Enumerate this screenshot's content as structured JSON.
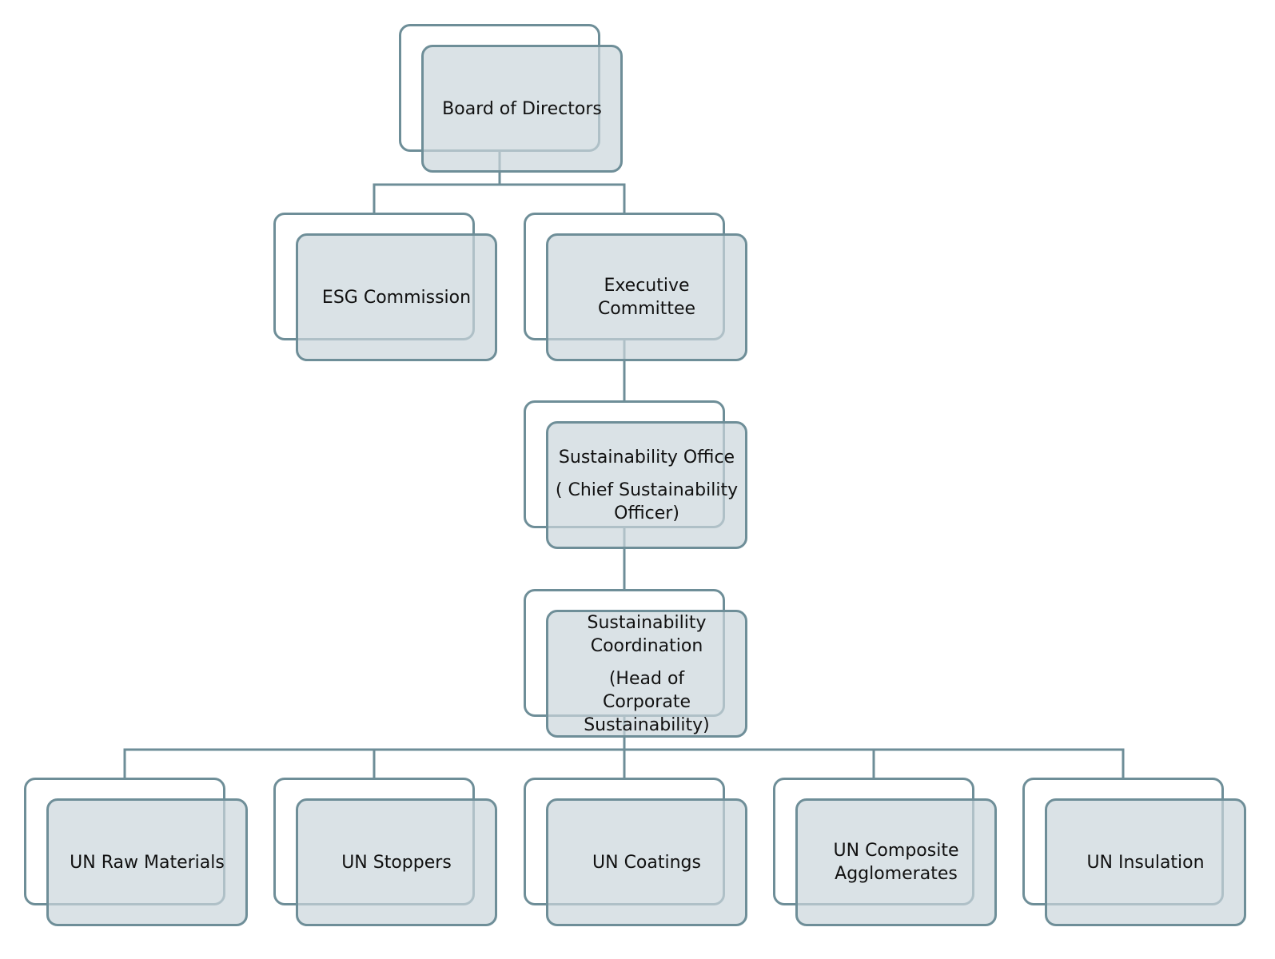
{
  "colors": {
    "connector": "#6e8e98",
    "box_border": "#6e8e98",
    "box_fill": "#cbd6dc",
    "text": "#111111"
  },
  "nodes": {
    "board": {
      "label": "Board of Directors"
    },
    "esg": {
      "label": "ESG Commission"
    },
    "exec": {
      "label": "Executive Committee"
    },
    "office": {
      "label": "Sustainability Office",
      "sub": "( Chief Sustainability Officer)"
    },
    "coord": {
      "label": "Sustainability Coordination",
      "sub": "(Head of Corporate Sustainability)"
    },
    "un_raw": {
      "label": "UN Raw Materials"
    },
    "un_stoppers": {
      "label": "UN Stoppers"
    },
    "un_coatings": {
      "label": "UN Coatings"
    },
    "un_composite": {
      "label": "UN Composite Agglomerates"
    },
    "un_insulation": {
      "label": "UN Insulation"
    }
  },
  "edges": [
    [
      "board",
      "esg"
    ],
    [
      "board",
      "exec"
    ],
    [
      "exec",
      "office"
    ],
    [
      "office",
      "coord"
    ],
    [
      "coord",
      "un_raw"
    ],
    [
      "coord",
      "un_stoppers"
    ],
    [
      "coord",
      "un_coatings"
    ],
    [
      "coord",
      "un_composite"
    ],
    [
      "coord",
      "un_insulation"
    ]
  ]
}
